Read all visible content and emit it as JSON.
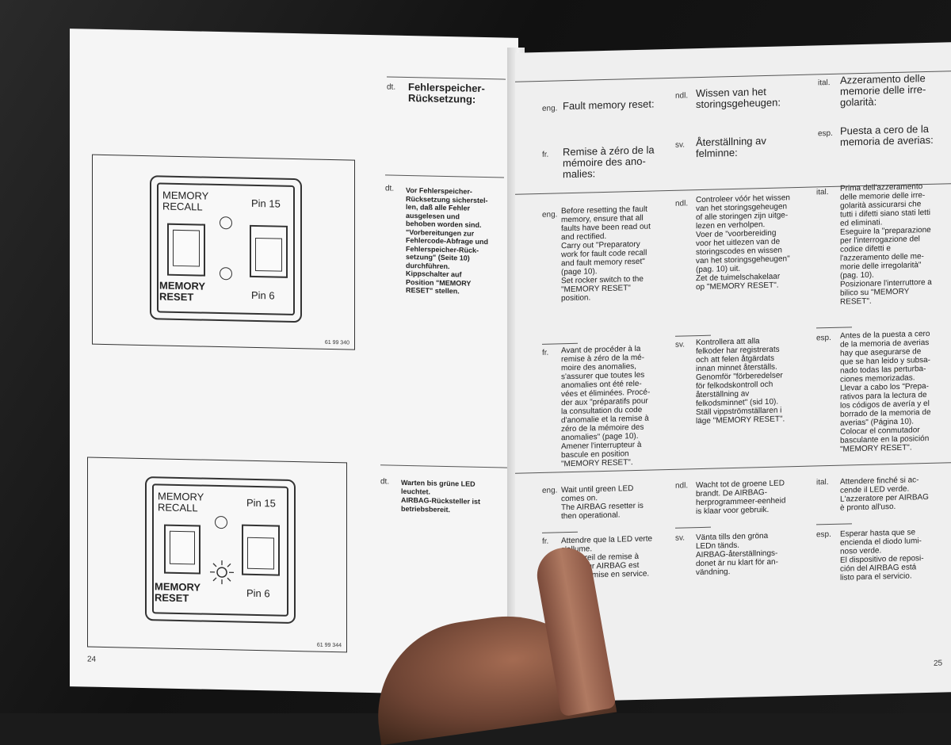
{
  "left_page": {
    "page_number": "24",
    "header": {
      "lang": "dt.",
      "title": "Fehlerspeicher-\nRücksetzung:"
    },
    "section1": {
      "lang": "dt.",
      "text": "Vor Fehlerspeicher-\nRücksetzung sicherstel-\nlen, daß alle Fehler\nausgelesen und\nbehoben worden sind.\n\"Vorbereitungen zur\nFehlercode-Abfrage und\nFehlerspeicher-Rück-\nsetzung\" (Seite 10)\ndurchführen.\nKippschalter auf\nPosition \"MEMORY\nRESET\" stellen."
    },
    "section2": {
      "lang": "dt.",
      "text": "Warten bis grüne LED\nleuchtet.\nAIRBAG-Rücksteller ist\nbetriebsbereit."
    },
    "figure1": {
      "memory_recall": "MEMORY\nRECALL",
      "pin15": "Pin 15",
      "memory_reset": "MEMORY\nRESET",
      "pin6": "Pin 6",
      "figure_number": "61 99 340"
    },
    "figure2": {
      "memory_recall": "MEMORY\nRECALL",
      "pin15": "Pin 15",
      "memory_reset": "MEMORY\nRESET",
      "pin6": "Pin 6",
      "figure_number": "61 99 344"
    }
  },
  "right_page": {
    "page_number": "25",
    "headers": [
      {
        "lang": "eng.",
        "text": "Fault memory reset:"
      },
      {
        "lang": "ndl.",
        "text": "Wissen van het\nstoringsgeheugen:"
      },
      {
        "lang": "ital.",
        "text": "Azzeramento delle\nmemorie delle irre-\ngolarità:"
      },
      {
        "lang": "fr.",
        "text": "Remise à zéro de la\nmémoire des ano-\nmalies:"
      },
      {
        "lang": "sv.",
        "text": "Återställning av\nfelminne:"
      },
      {
        "lang": "esp.",
        "text": "Puesta a cero de la\nmemoria de averias:"
      }
    ],
    "block1": [
      {
        "lang": "eng.",
        "text": "Before resetting the fault\nmemory, ensure that all\nfaults have been read out\nand rectified.\nCarry out \"Preparatory\nwork for fault code recall\nand fault memory reset\"\n(page 10).\nSet rocker switch to the\n\"MEMORY RESET\"\nposition."
      },
      {
        "lang": "ndl.",
        "text": "Controleer vóór het wissen\nvan het storingsgeheugen\nof alle storingen zijn uitge-\nlezen en verholpen.\nVoer de \"voorbereiding\nvoor het uitlezen van de\nstoringscodes en wissen\nvan het storingsgeheugen\"\n(pag. 10) uit.\nZet de tuimelschakelaar\nop \"MEMORY RESET\"."
      },
      {
        "lang": "ital.",
        "text": "Prima dell'azzeramento\ndelle memorie delle irre-\ngolarità assicurarsi che\ntutti i difetti siano stati letti\ned eliminati.\nEseguire la \"preparazione\nper l'interrogazione del\ncodice difetti e\nl'azzeramento delle me-\nmorie delle irregolarità\"\n(pag. 10).\nPosizionare l'interruttore a\nbilico su \"MEMORY\nRESET\"."
      }
    ],
    "block2": [
      {
        "lang": "fr.",
        "text": "Avant de procéder à la\nremise à zéro de la mé-\nmoire des anomalies,\ns'assurer que toutes les\nanomalies ont été rele-\nvées et éliminées. Procé-\nder aux \"préparatifs pour\nla consultation du code\nd'anomalie et la remise à\nzéro de la mémoire des\nanomalies\" (page 10).\nAmener l'interrupteur à\nbascule en position\n\"MEMORY RESET\"."
      },
      {
        "lang": "sv.",
        "text": "Kontrollera att alla\nfelkoder har registrerats\noch att felen åtgärdats\ninnan minnet återställs.\nGenomför \"förberedelser\nför felkodskontroll och\nåterställning av\nfelkodsminnet\" (sid 10).\nStäll vippströmställaren i\nläge \"MEMORY RESET\"."
      },
      {
        "lang": "esp.",
        "text": "Antes de la puesta a cero\nde la memoria de averias\nhay que asegurarse de\nque se han leido y subsa-\nnado todas las perturba-\nciones memorizadas.\nLlevar a cabo los \"Prepa-\nrativos para la lectura de\nlos códigos de avería y el\nborrado de la memoria de\naverias\" (Página 10).\nColocar el conmutador\nbasculante en la posición\n\"MEMORY RESET\"."
      }
    ],
    "block3": [
      {
        "lang": "eng.",
        "text": "Wait until green LED\ncomes on.\nThe AIRBAG resetter is\nthen operational."
      },
      {
        "lang": "ndl.",
        "text": "Wacht tot de groene LED\nbrandt. De AIRBAG-\nherprogrammeer-eenheid\nis klaar voor gebruik."
      },
      {
        "lang": "ital.",
        "text": "Attendere finché si ac-\ncende il LED verde.\nL'azzeratore per AIRBAG\nè pronto all'uso."
      }
    ],
    "block4": [
      {
        "lang": "fr.",
        "text": "Attendre que la LED verte\ns'allume.\nL'appareil de remise à\nzéro pour AIRBAG est\nprêt à la mise en service."
      },
      {
        "lang": "sv.",
        "text": "Vänta tills den gröna\nLEDn tänds.\nAIRBAG-återställnings-\ndonet är nu klart för an-\nvändning."
      },
      {
        "lang": "esp.",
        "text": "Esperar hasta que se\nencienda el diodo lumi-\nnoso verde.\nEl dispositivo de reposi-\nción del AIRBAG está\nlisto para el servicio."
      }
    ]
  }
}
